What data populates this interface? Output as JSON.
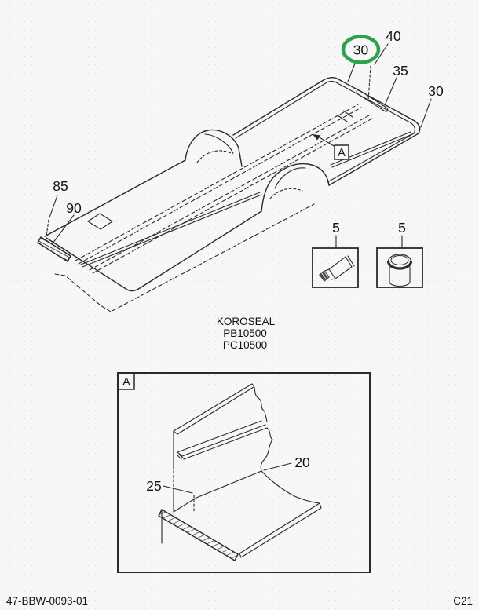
{
  "figure": {
    "callouts": {
      "circled_30": {
        "label": "30",
        "highlighted": true
      },
      "top_40": {
        "label": "40"
      },
      "mid_35": {
        "label": "35"
      },
      "right_30": {
        "label": "30"
      },
      "left_85": {
        "label": "85"
      },
      "left_90": {
        "label": "90"
      }
    },
    "detail_marker": {
      "label": "A"
    },
    "adhesive_note": {
      "line1": "KOROSEAL",
      "line2": "PB10500",
      "line3": "PC10500"
    },
    "adhesive_items": {
      "tube": {
        "label": "5",
        "icon": "sealant-tube-icon"
      },
      "can": {
        "label": "5",
        "icon": "sealant-can-icon"
      }
    }
  },
  "detail_view": {
    "marker": {
      "label": "A"
    },
    "callouts": {
      "item_20": {
        "label": "20"
      },
      "item_25": {
        "label": "25"
      }
    }
  },
  "footer": {
    "document_number": "47-BBW-0093-01",
    "page_code": "C21"
  },
  "colors": {
    "ink": "#2a2a2a",
    "paper": "#f7f7f8",
    "highlight_green": "#2ba24b"
  }
}
